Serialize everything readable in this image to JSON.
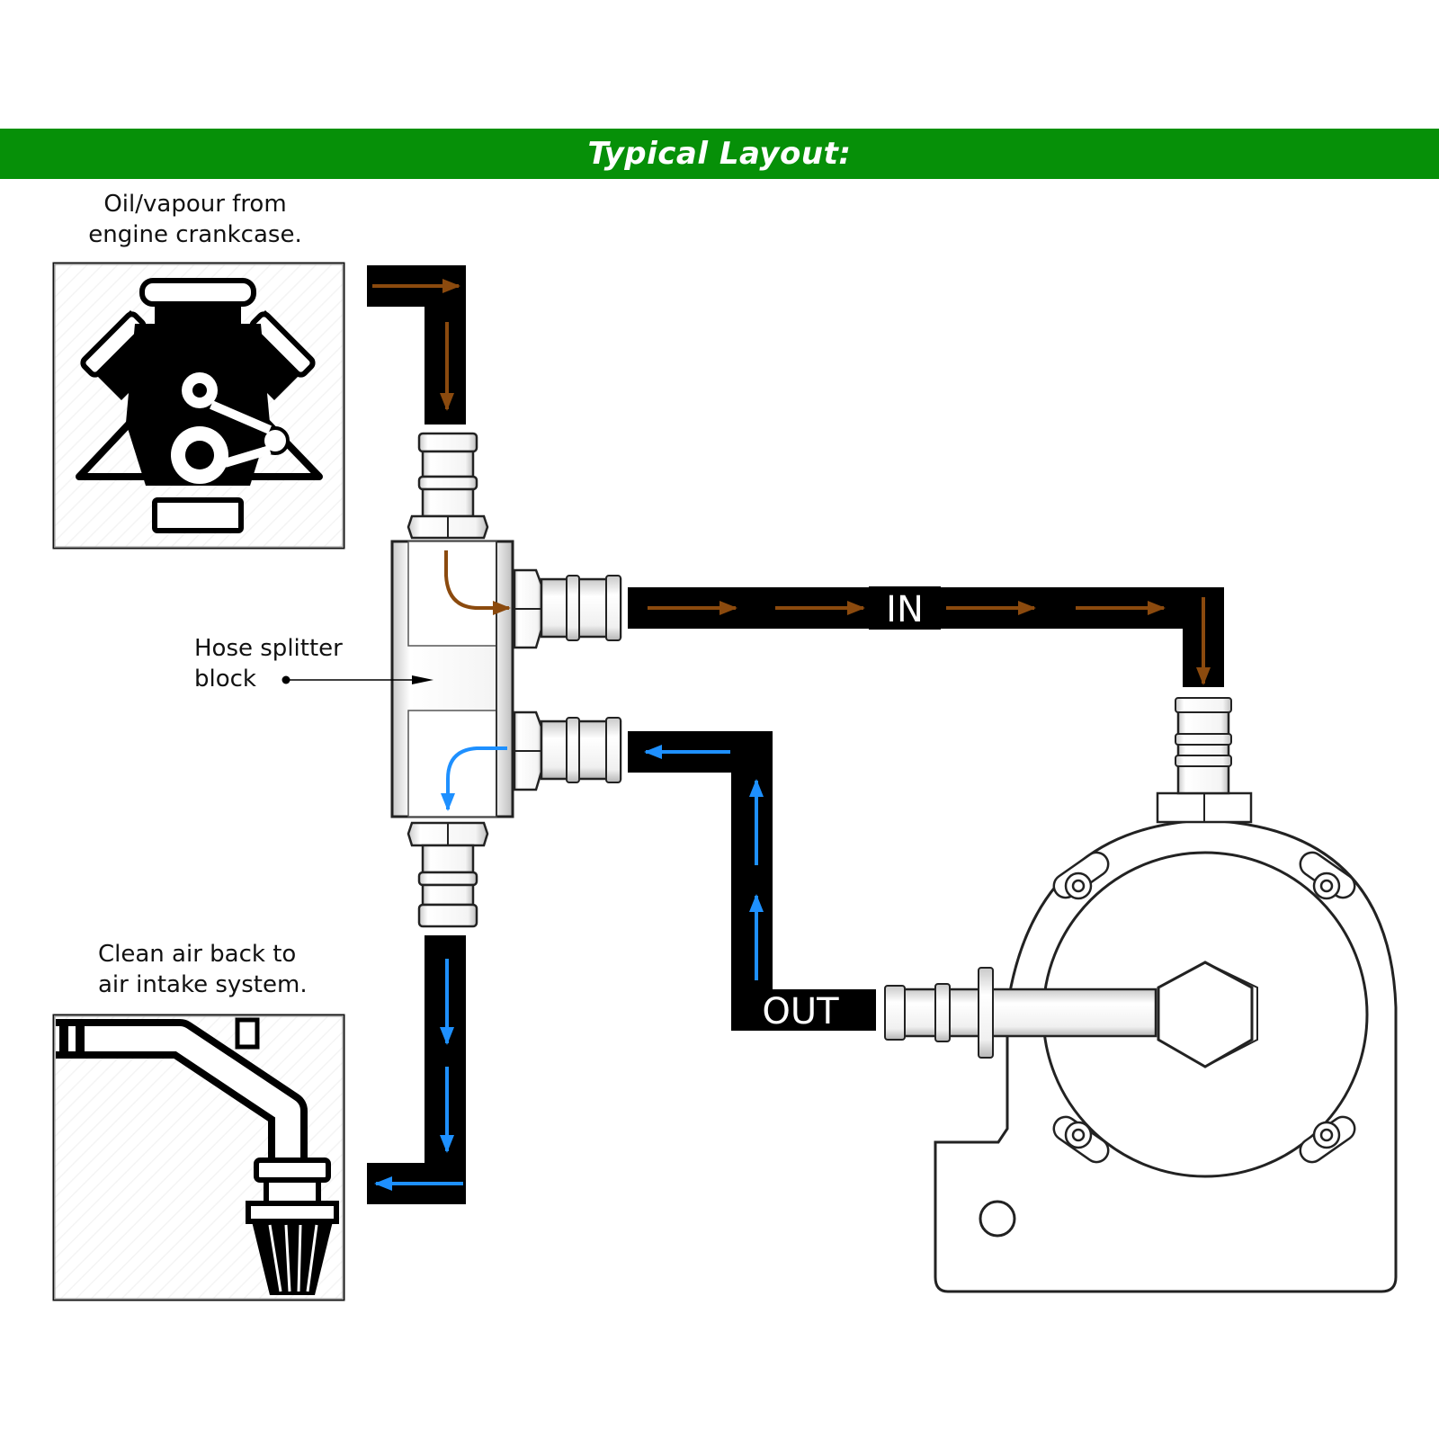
{
  "banner": {
    "title": "Typical Layout:",
    "color": "#069008"
  },
  "labels": {
    "engine_line1": "Oil/vapour from",
    "engine_line2": "engine crankcase.",
    "air_line1": "Clean air back to",
    "air_line2": "air intake system.",
    "splitter_line1": "Hose splitter",
    "splitter_line2": "block",
    "in": "IN",
    "out": "OUT"
  },
  "colors": {
    "oil_flow": "#8B4A0E",
    "air_flow": "#1E90FF",
    "hose": "#000000"
  },
  "icons": [
    "engine-icon",
    "air-intake-icon",
    "hose-splitter-block",
    "catch-can"
  ]
}
